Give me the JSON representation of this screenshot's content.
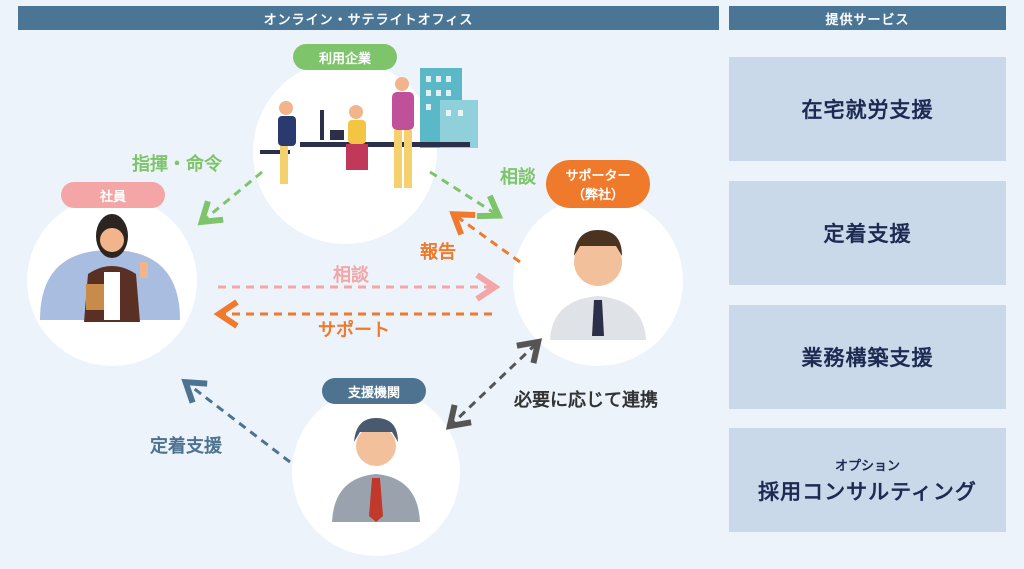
{
  "header": {
    "left_title": "オンライン・サテライトオフィス",
    "right_title": "提供サービス"
  },
  "nodes": {
    "company": "利用企業",
    "employee": "社員",
    "supporter_line1": "サポーター",
    "supporter_line2": "（弊社）",
    "agency": "支援機関"
  },
  "edges": {
    "command": "指揮・命令",
    "consult_company": "相談",
    "report": "報告",
    "consult_employee": "相談",
    "support": "サポート",
    "cooperate": "必要に応じて連携",
    "retention_support": "定着支援"
  },
  "services": [
    {
      "subtitle": "",
      "title": "在宅就労支援"
    },
    {
      "subtitle": "",
      "title": "定着支援"
    },
    {
      "subtitle": "",
      "title": "業務構築支援"
    },
    {
      "subtitle": "オプション",
      "title": "採用コンサルティング"
    }
  ],
  "colors": {
    "header": "#4a7595",
    "service_box": "#c9d9ea",
    "green": "#7ec46b",
    "orange": "#f07a2b",
    "pink": "#f4a6a6",
    "blue_gray": "#4d7390"
  }
}
